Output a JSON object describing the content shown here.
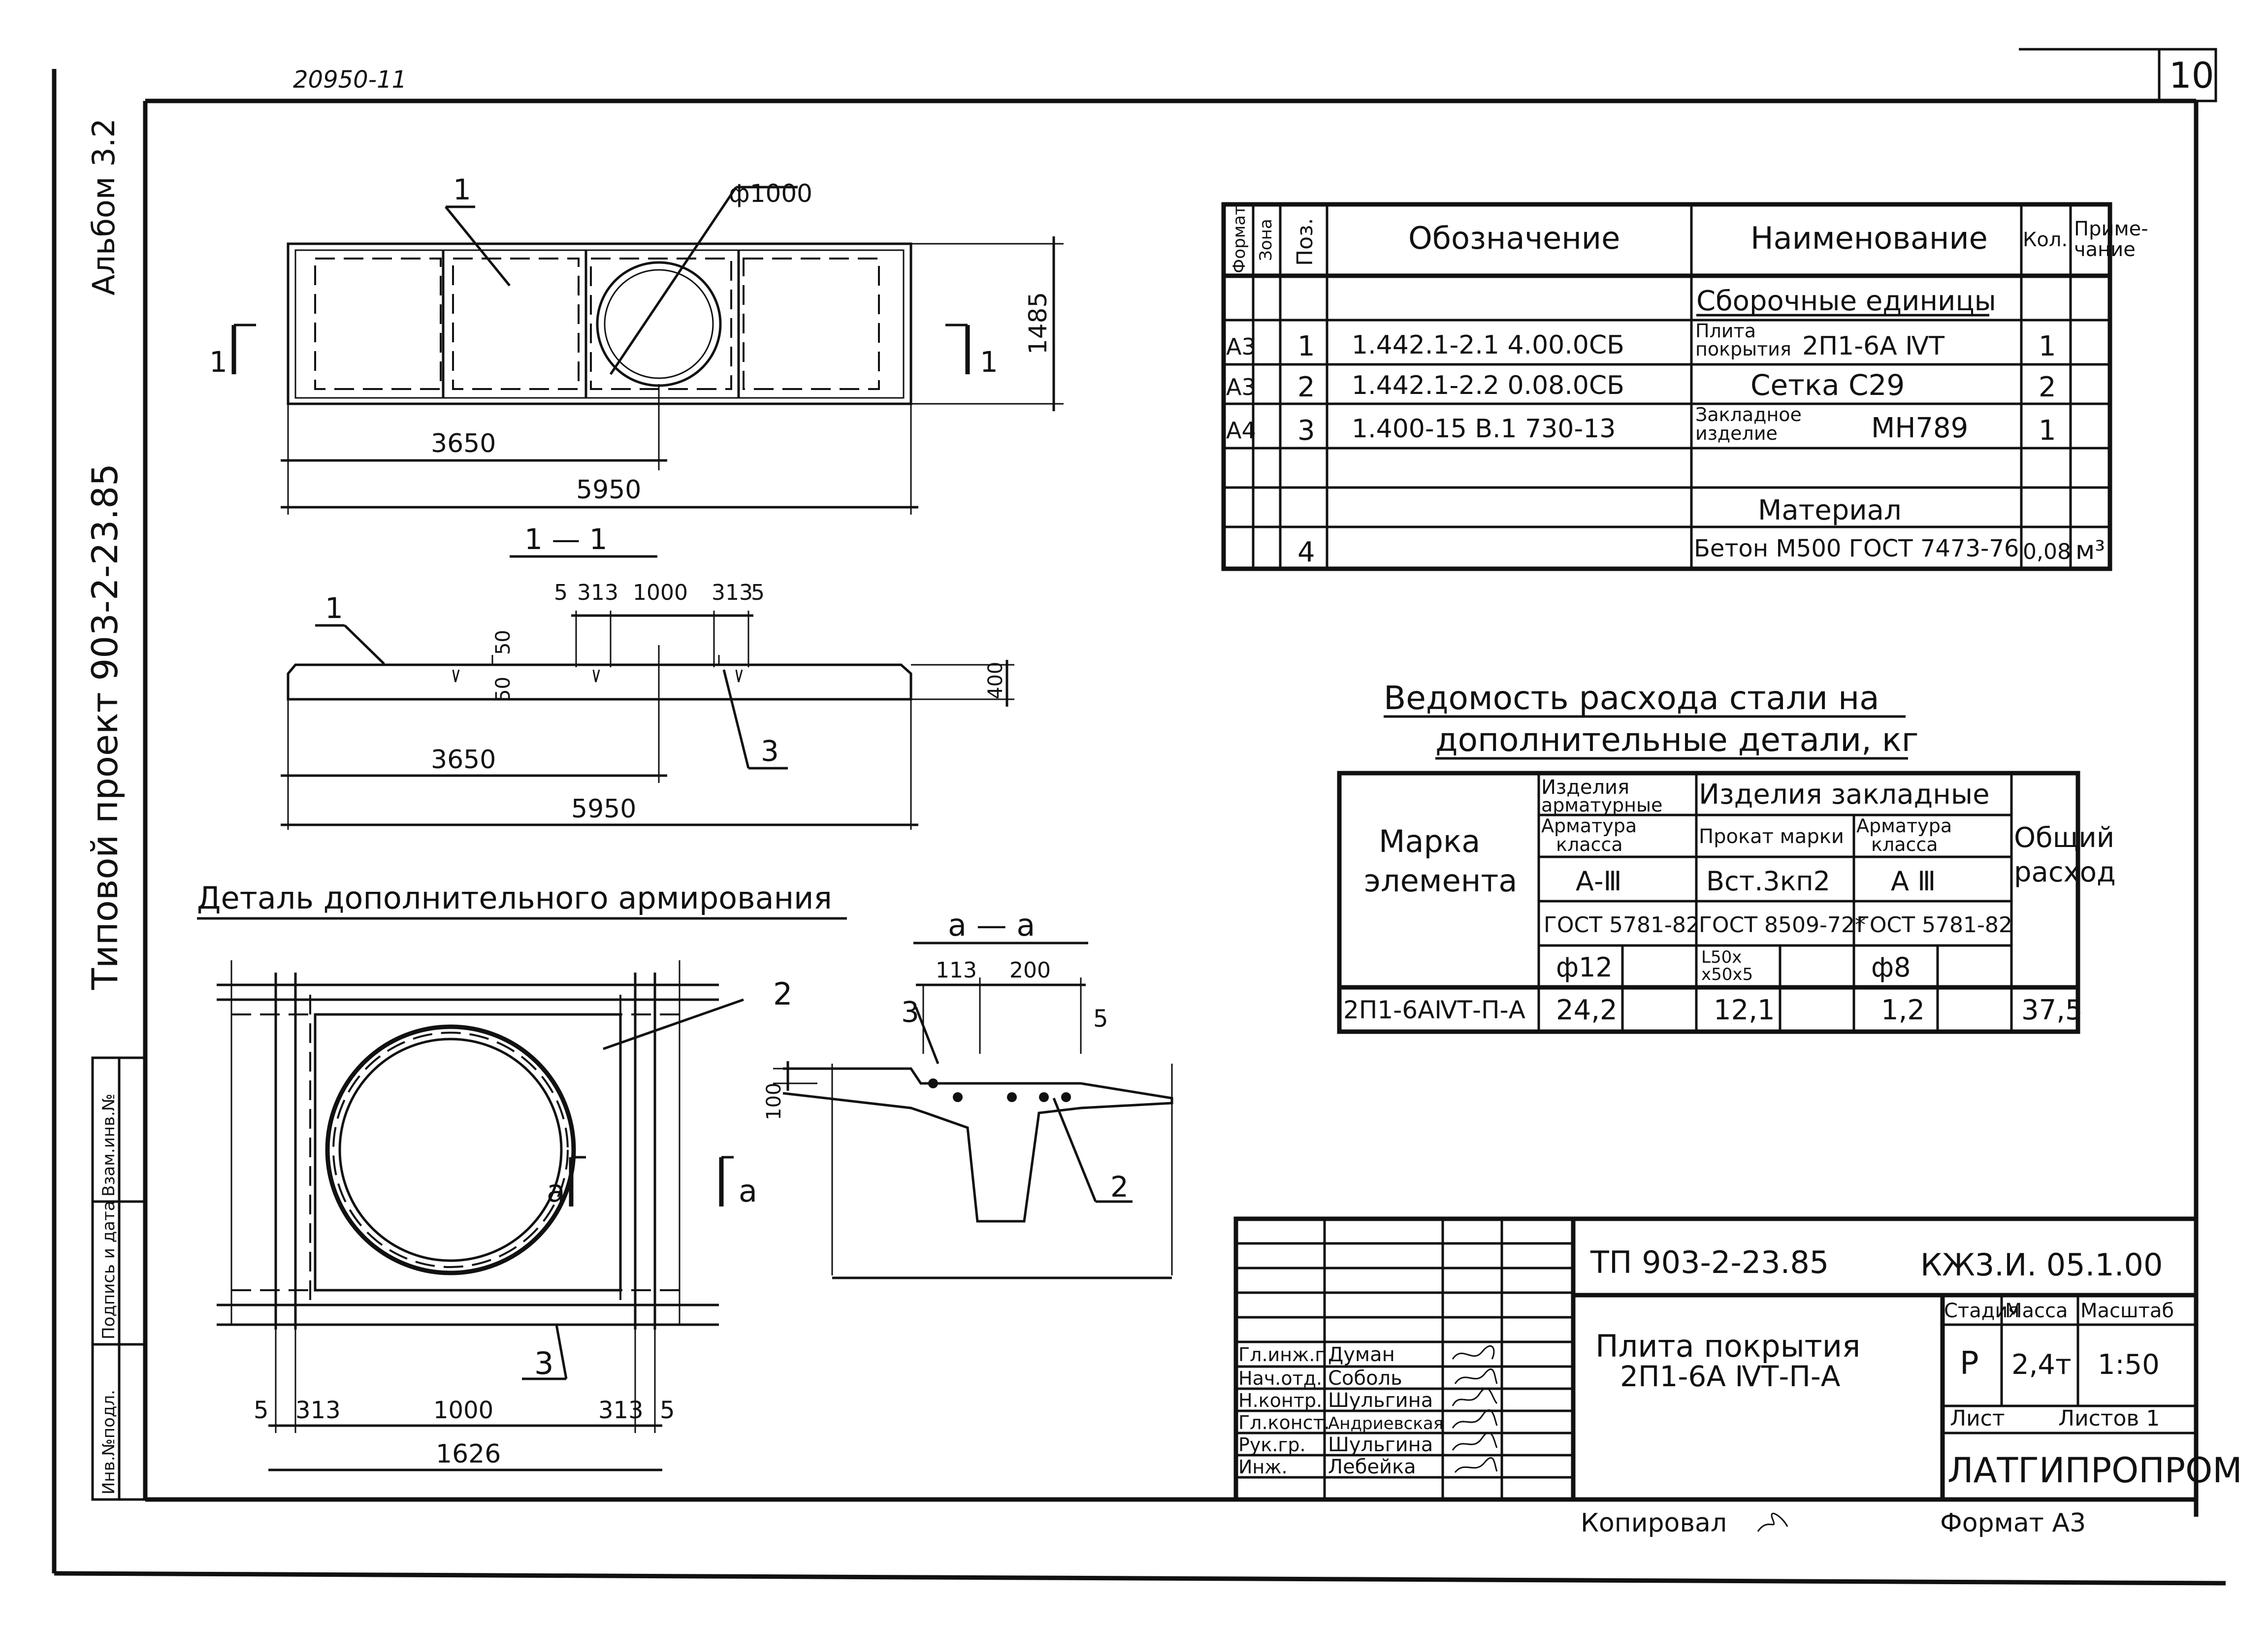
{
  "header": {
    "doc_code": "20950-11",
    "sheet_number": "10"
  },
  "left_margin": {
    "album": "Альбом 3.2",
    "project": "Типовой проект 903-2-23.85",
    "stamp_cols": [
      "Инв.№подл.",
      "Подпись и дата",
      "Взам.инв.№"
    ]
  },
  "plan": {
    "pos_label": "1",
    "diameter": "ф1000",
    "dim_3650": "3650",
    "dim_5950": "5950",
    "dim_1485": "1485",
    "cut_left": "1",
    "cut_right": "1"
  },
  "section11": {
    "title": "1 — 1",
    "pos_label": "1",
    "pos_3": "3",
    "top_dims": [
      "5",
      "313",
      "1000",
      "313",
      "5"
    ],
    "dim_50a": "50",
    "dim_50b": "50",
    "dim_400": "400",
    "dim_3650": "3650",
    "dim_5950": "5950"
  },
  "detail": {
    "title": "Деталь дополнительного армирования",
    "pos_2": "2",
    "pos_3": "3",
    "cut_left": "а",
    "cut_right": "а",
    "bottom_dims": [
      "5",
      "313",
      "1000",
      "313",
      "5"
    ],
    "dim_1626": "1626"
  },
  "sectionaa": {
    "title": "а — а",
    "dim_113": "113",
    "dim_200": "200",
    "dim_5": "5",
    "dim_100": "100",
    "pos_3": "3",
    "pos_2": "2"
  },
  "spec_table": {
    "headers": [
      "Формат",
      "Зона",
      "Поз.",
      "Обозначение",
      "Наименование",
      "Кол.",
      "Приме-\nчание"
    ],
    "section_title": "Сборочные единицы",
    "rows": [
      {
        "format": "А3",
        "pos": "1",
        "designation": "1.442.1-2.1  4.00.0СБ",
        "name_pre": "Плита\nпокрытия",
        "name": "2П1-6А ⅣТ",
        "qty": "1"
      },
      {
        "format": "А3",
        "pos": "2",
        "designation": "1.442.1-2.2  0.08.0СБ",
        "name_pre": "",
        "name": "Сетка С29",
        "qty": "2"
      },
      {
        "format": "А4",
        "pos": "3",
        "designation": "1.400-15  В.1 730-13",
        "name_pre": "Закладное\nизделие",
        "name": "МН789",
        "qty": "1"
      }
    ],
    "material_title": "Материал",
    "material_row": {
      "pos": "4",
      "name": "Бетон М500 ГОСТ 7473-76",
      "qty": "0,08",
      "note": "м³"
    }
  },
  "steel_table": {
    "title_line1": "Ведомость расхода стали на",
    "title_line2": "дополнительные детали, кг",
    "col_mark": "Марка элемента",
    "group_rebar": "Изделия арматурные",
    "group_embed": "Изделия закладные",
    "col_total": "Общий расход",
    "rebar_class_label": "Арматура класса",
    "rebar_class": "А-Ⅲ",
    "rebar_gost": "ГОСТ 5781-82",
    "rebar_d": "ф12",
    "rolled_label": "Прокат марки",
    "rolled_grade": "Вст.3кп2",
    "rolled_gost": "ГОСТ 8509-72*",
    "rolled_profile": "L50x\nx50x5",
    "emb_class_label": "Арматура класса",
    "emb_class": "А Ⅲ",
    "emb_gost": "ГОСТ 5781-82",
    "emb_d": "ф8",
    "row": {
      "mark": "2П1-6АⅣТ-П-А",
      "rebar": "24,2",
      "rolled": "12,1",
      "emb": "1,2",
      "total": "37,5"
    }
  },
  "title_block": {
    "project": "ТП 903-2-23.85",
    "code": "КЖ3.И. 05.1.00",
    "item_title_1": "Плита покрытия",
    "item_title_2": "2П1-6А ⅣТ-П-А",
    "stage_label": "Стадия",
    "mass_label": "Масса",
    "scale_label": "Масштаб",
    "stage": "Р",
    "mass": "2,4т",
    "scale": "1:50",
    "sheet_label": "Лист",
    "sheets_label": "Листов 1",
    "org": "ЛАТГИПРОПРОМ",
    "people": [
      {
        "role": "Гл.инж.п.",
        "name": "Думан"
      },
      {
        "role": "Нач.отд.",
        "name": "Соболь"
      },
      {
        "role": "Н.контр.",
        "name": "Шульгина"
      },
      {
        "role": "Гл.конст.",
        "name": "Андриевская"
      },
      {
        "role": "Рук.гр.",
        "name": "Шульгина"
      },
      {
        "role": "Инж.",
        "name": "Лебейка"
      }
    ]
  },
  "footer": {
    "copied": "Копировал",
    "format": "Формат А3"
  }
}
